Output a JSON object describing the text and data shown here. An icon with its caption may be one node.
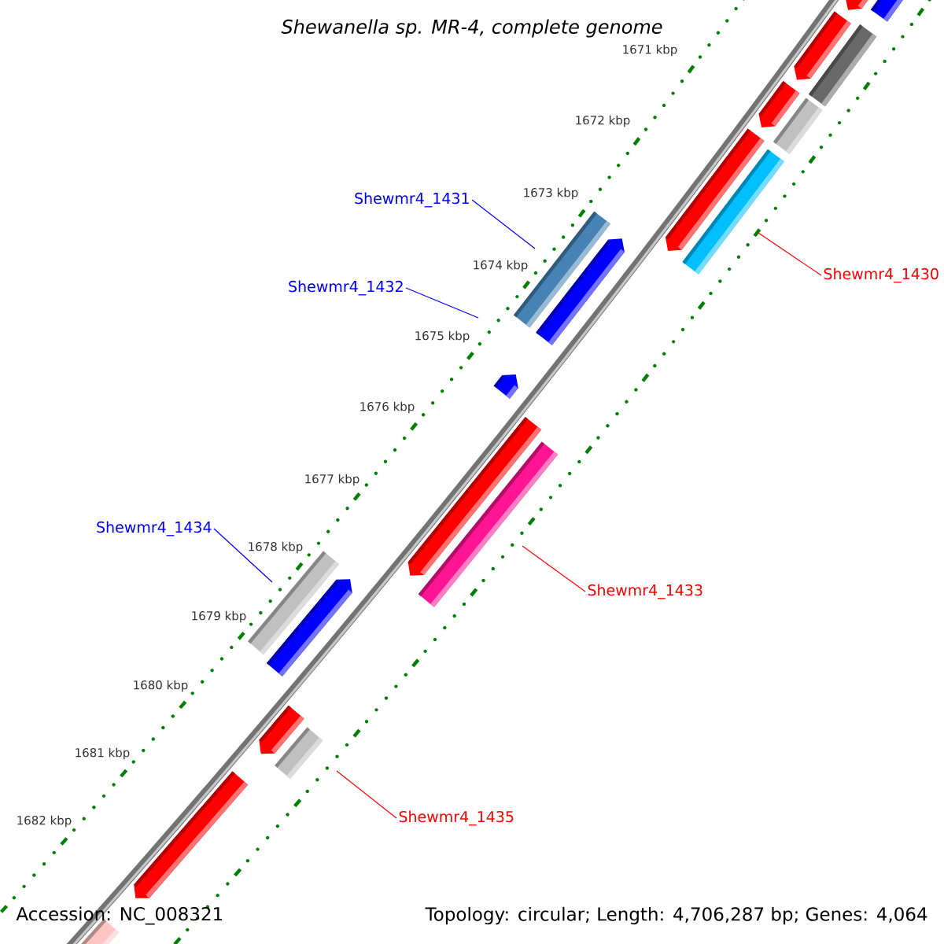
{
  "diagram": {
    "title": "Shewanella sp. MR-4, complete genome",
    "nodes": [
      {
        "text": [
          "Shewmr4_1431"
        ]
      },
      {
        "text": [
          "Shewmr4_1430"
        ]
      },
      {
        "text": [
          "Shewmr4_1432"
        ]
      },
      {
        "text": [
          "Shewmr4_1434"
        ]
      },
      {
        "text": [
          "Shewmr4_1433"
        ]
      },
      {
        "text": [
          "Shewmr4_1435"
        ]
      }
    ],
    "edges": [
      {
        "from": 0,
        "to": null,
        "arrow": "none",
        "color": "#0000ff"
      },
      {
        "from": 1,
        "to": null,
        "arrow": "none",
        "color": "#ff0000"
      },
      {
        "from": 2,
        "to": null,
        "arrow": "none",
        "color": "#0000ff"
      },
      {
        "from": 3,
        "to": null,
        "arrow": "none",
        "color": "#0000ff"
      },
      {
        "from": 4,
        "to": null,
        "arrow": "none",
        "color": "#ff0000"
      },
      {
        "from": 5,
        "to": null,
        "arrow": "none",
        "color": "#ff0000"
      }
    ],
    "labels": [
      "1671 kbp",
      "1672 kbp",
      "1673 kbp",
      "1674 kbp",
      "1675 kbp",
      "1676 kbp",
      "1677 kbp",
      "1678 kbp",
      "1679 kbp",
      "1680 kbp",
      "1681 kbp",
      "1682 kbp",
      "Accession: NC_008321",
      "Topology: circular; Length: 4,706,287 bp; Genes: 4,064"
    ]
  }
}
